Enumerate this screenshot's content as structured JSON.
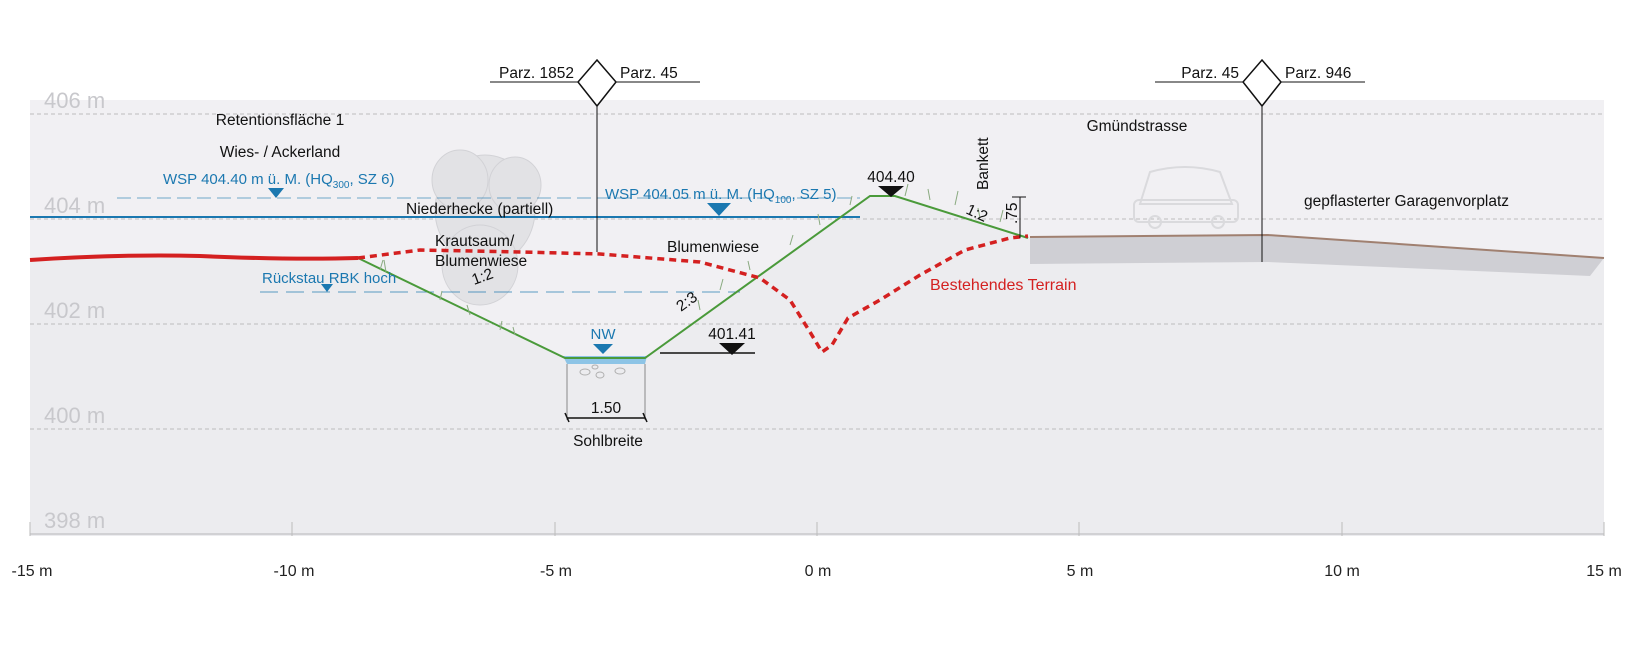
{
  "elevation_labels": [
    "406 m",
    "404 m",
    "402 m",
    "400 m",
    "398 m"
  ],
  "x_axis_labels": [
    "-15 m",
    "-10 m",
    "-5 m",
    "0 m",
    "5 m",
    "10 m",
    "15 m"
  ],
  "parcels": {
    "left_a": "Parz. 1852",
    "left_b": "Parz. 45",
    "right_a": "Parz. 45",
    "right_b": "Parz. 946"
  },
  "areas": {
    "retention_title": "Retentionsfläche 1",
    "retention_sub": "Wies- / Ackerland",
    "hedge": "Niederhecke (partiell)",
    "krautsaum_1": "Krautsaum/",
    "krautsaum_2": "Blumenwiese",
    "blumenwiese": "Blumenwiese",
    "road": "Gmündstrasse",
    "garage": "gepflasterter Garagenvorplatz",
    "bankett": "Bankett"
  },
  "water_levels": {
    "hq300_pre": "WSP 404.40 m ü. M. (HQ",
    "hq300_sub": "300",
    "hq300_post": ", SZ 6)",
    "hq100_pre": "WSP 404.05 m ü. M. (HQ",
    "hq100_sub": "100",
    "hq100_post": ", SZ 5)",
    "rueckstau": "Rückstau RBK hoch",
    "nw": "NW"
  },
  "dimensions": {
    "crest": "404.40",
    "bottom": "401.41",
    "slope_left": "1:2",
    "slope_mid": "2:3",
    "slope_right": "1:2",
    "bankett_height": ".75",
    "sohl_width": "1.50",
    "sohl_label": "Sohlbreite"
  },
  "terrain_label": "Bestehendes Terrain",
  "colors": {
    "terrain_existing": "#d42020",
    "design_profile": "#4a9a3a",
    "water": "#1b78b0",
    "road_surface": "#a08070",
    "grid": "#bdbdbd",
    "section_fill": "#f1f0f3"
  }
}
